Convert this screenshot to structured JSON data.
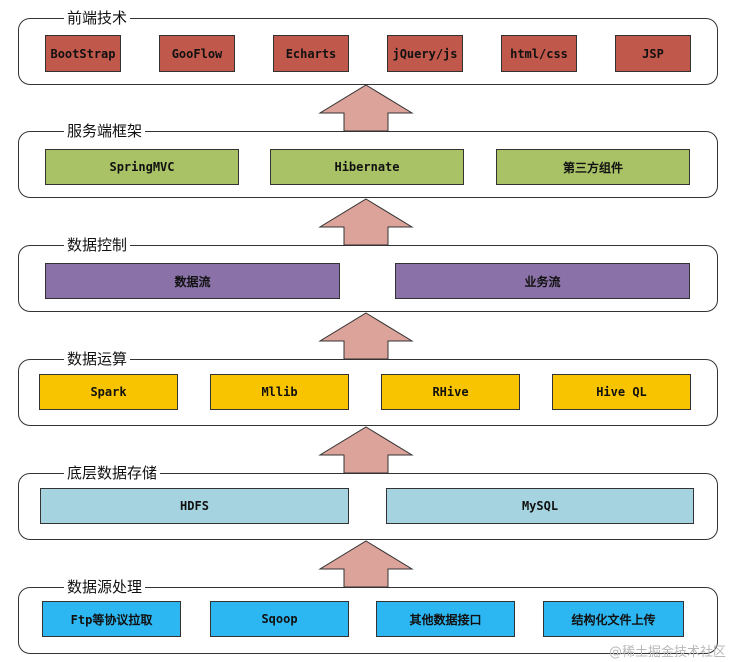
{
  "layers": [
    {
      "title": "前端技术",
      "items": [
        "BootStrap",
        "GooFlow",
        "Echarts",
        "jQuery/js",
        "html/css",
        "JSP"
      ]
    },
    {
      "title": "服务端框架",
      "items": [
        "SpringMVC",
        "Hibernate",
        "第三方组件"
      ]
    },
    {
      "title": "数据控制",
      "items": [
        "数据流",
        "业务流"
      ]
    },
    {
      "title": "数据运算",
      "items": [
        "Spark",
        "Mllib",
        "RHive",
        "Hive QL"
      ]
    },
    {
      "title": "底层数据存储",
      "items": [
        "HDFS",
        "MySQL"
      ]
    },
    {
      "title": "数据源处理",
      "items": [
        "Ftp等协议拉取",
        "Sqoop",
        "其他数据接口",
        "结构化文件上传"
      ]
    }
  ],
  "colors": {
    "frontend": "#c0584b",
    "server": "#a9c266",
    "control": "#8a72a8",
    "compute": "#f8c400",
    "storage": "#a5d4e0",
    "source": "#2cb6f2",
    "arrow": "#dca39a"
  },
  "watermark": "@稀土掘金技术社区"
}
